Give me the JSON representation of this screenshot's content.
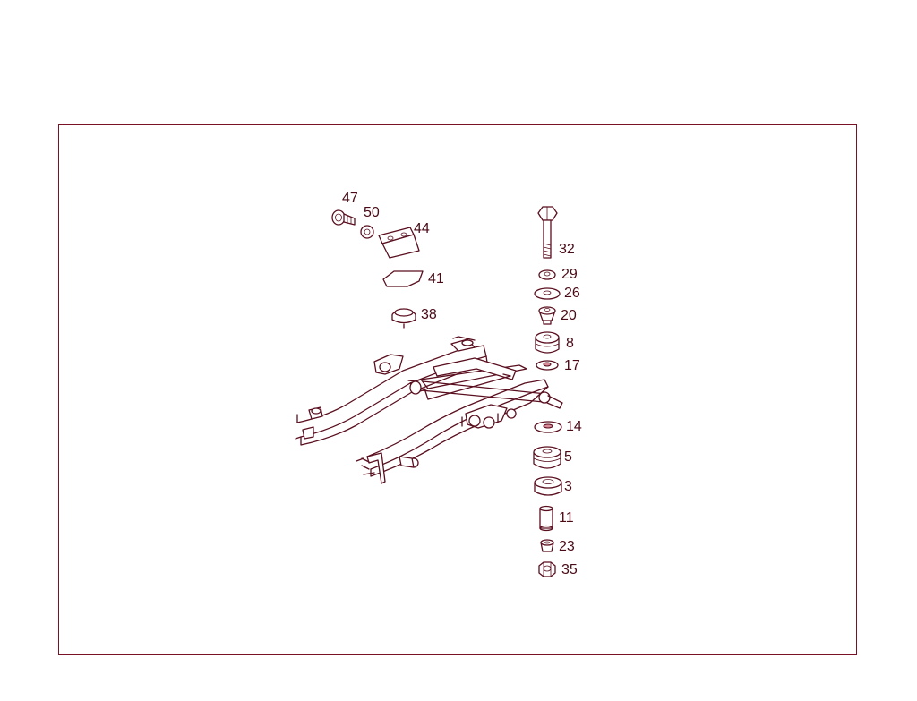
{
  "diagram": {
    "colors": {
      "frame": "#7a1226",
      "stroke": "#5a0f1f",
      "label": "#4a0a16",
      "accent": "#d98b9a"
    },
    "callouts": [
      {
        "id": "c47",
        "label": "47"
      },
      {
        "id": "c50",
        "label": "50"
      },
      {
        "id": "c44",
        "label": "44"
      },
      {
        "id": "c41",
        "label": "41"
      },
      {
        "id": "c38",
        "label": "38"
      },
      {
        "id": "c32",
        "label": "32"
      },
      {
        "id": "c29",
        "label": "29"
      },
      {
        "id": "c26",
        "label": "26"
      },
      {
        "id": "c20",
        "label": "20"
      },
      {
        "id": "c8",
        "label": "8"
      },
      {
        "id": "c17",
        "label": "17"
      },
      {
        "id": "c14",
        "label": "14"
      },
      {
        "id": "c5",
        "label": "5"
      },
      {
        "id": "c3",
        "label": "3"
      },
      {
        "id": "c11",
        "label": "11"
      },
      {
        "id": "c23",
        "label": "23"
      },
      {
        "id": "c35",
        "label": "35"
      }
    ]
  }
}
